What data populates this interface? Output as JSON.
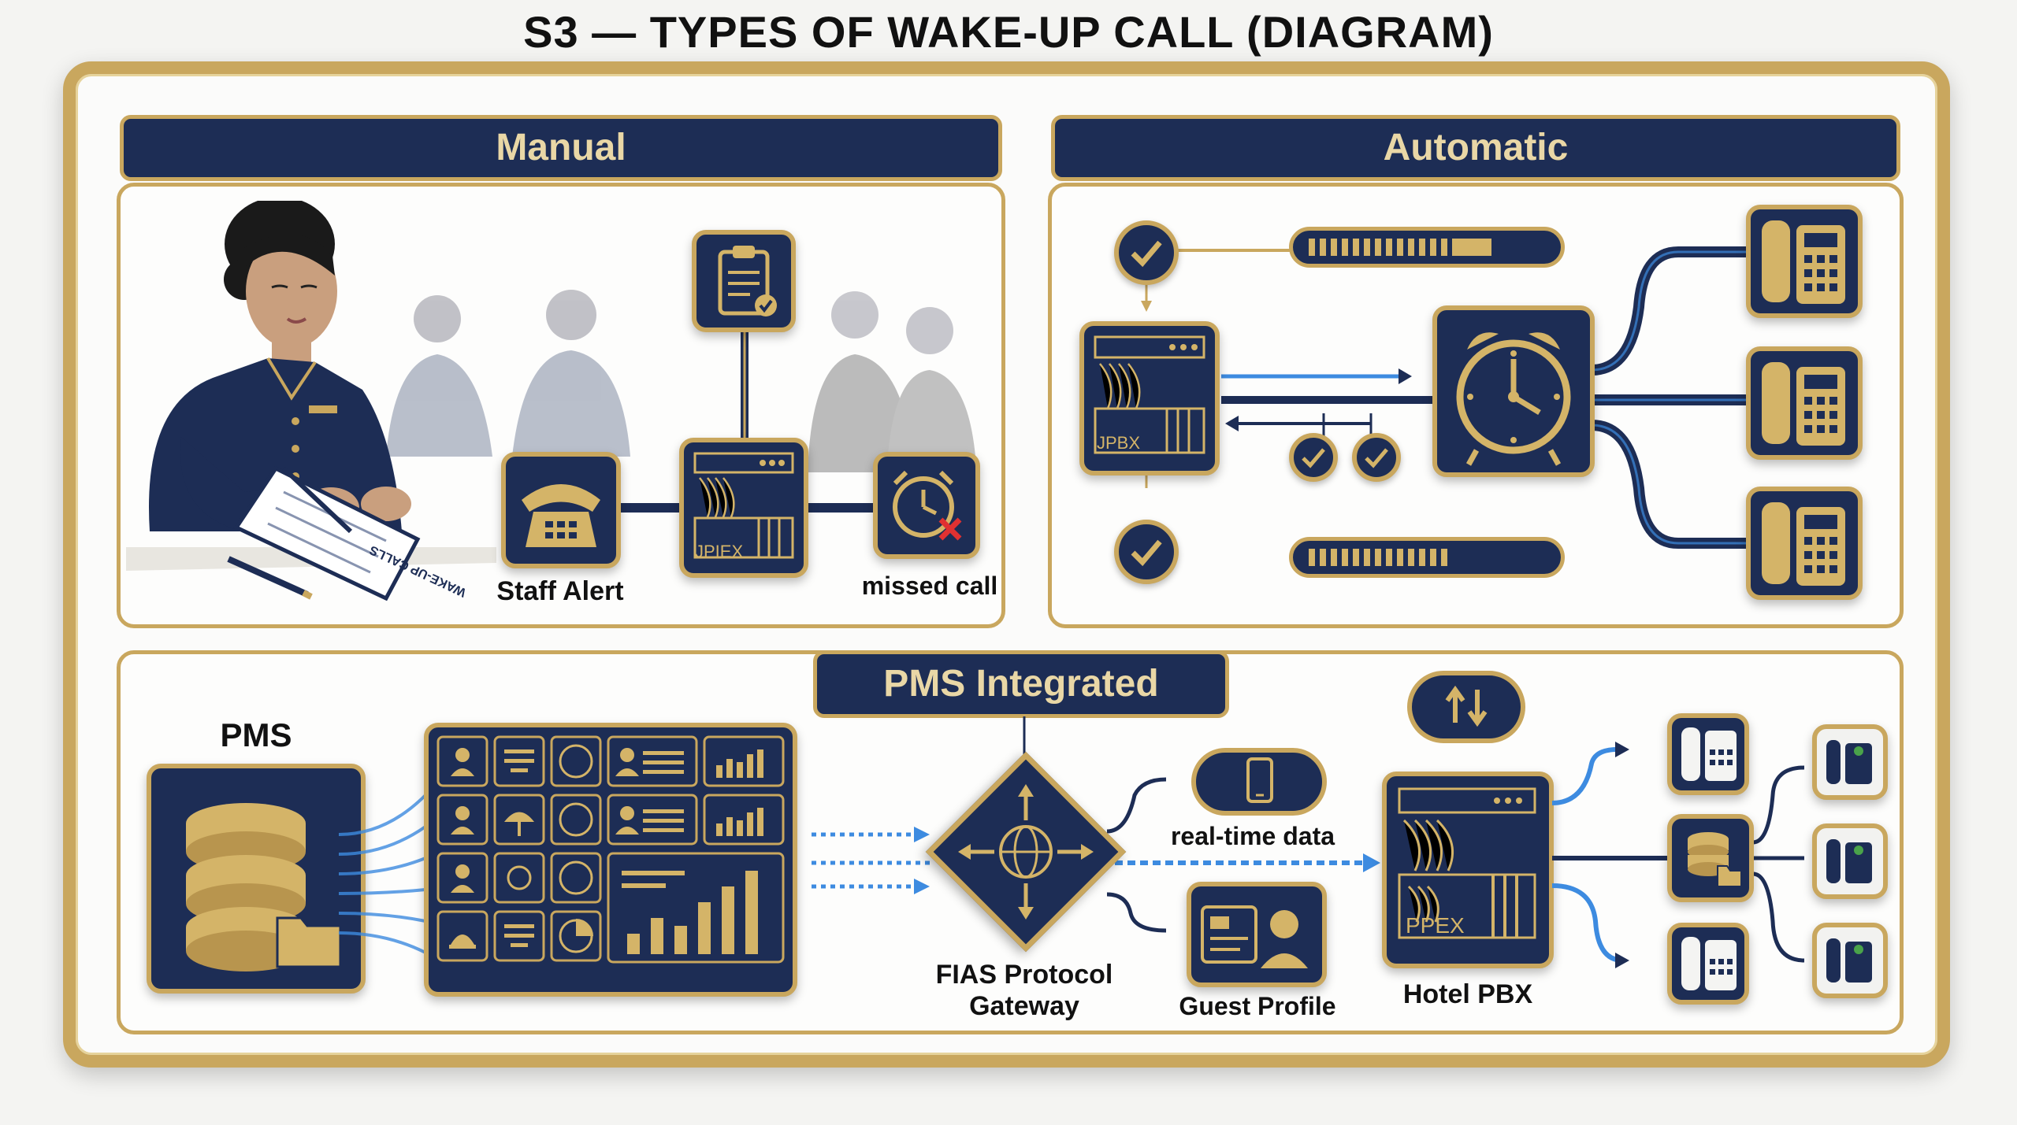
{
  "title": "S3 — TYPES OF WAKE-UP CALL (DIAGRAM)",
  "manual": {
    "header": "Manual",
    "staff_alert": "Staff Alert",
    "missed_call": "missed call",
    "pbx_label": "JPIEX",
    "form_text": "WAKE-UP CALLS"
  },
  "automatic": {
    "header": "Automatic",
    "pbx_label": "JPBX"
  },
  "integrated": {
    "header": "PMS Integrated",
    "pms": "PMS",
    "gateway": "FIAS Protocol Gateway",
    "realtime": "real-time data",
    "guest_profile": "Guest Profile",
    "hotel_pbx": "Hotel PBX",
    "pbx_label": "PPEX"
  },
  "colors": {
    "navy": "#1d2d55",
    "gold": "#c9a75e",
    "blue_glow": "#3d8be0"
  }
}
